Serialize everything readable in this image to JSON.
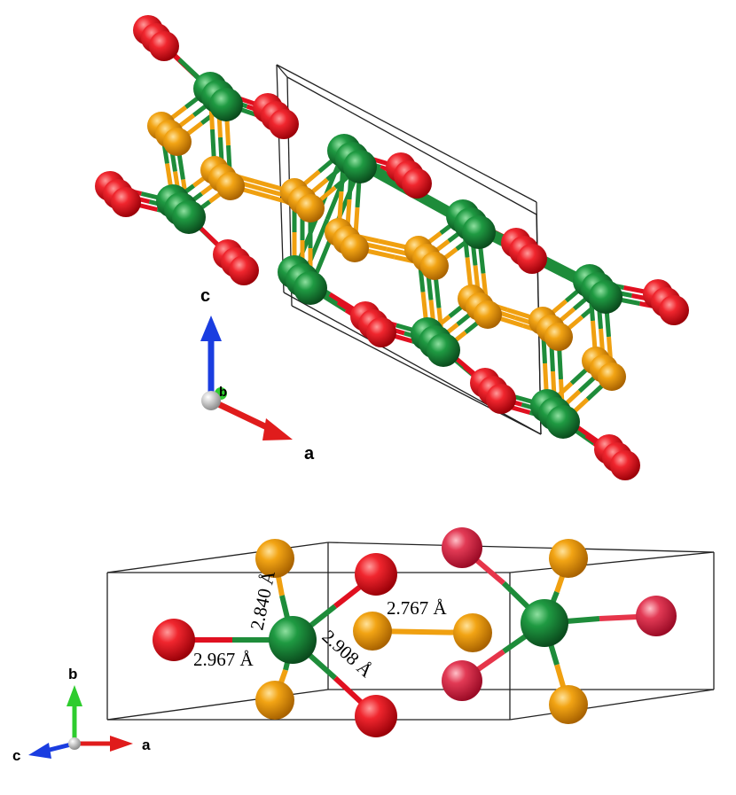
{
  "top_panel": {
    "axes": {
      "c": "c",
      "b": "b",
      "a": "a"
    }
  },
  "bottom_panel": {
    "axes": {
      "b": "b",
      "c": "c",
      "a": "a"
    },
    "bond_labels": {
      "ca_cl_vertical": "2.840 Å",
      "cl_cl": "2.767 Å",
      "ca_o_left": "2.967 Å",
      "ca_o_diag": "2.908 Å"
    }
  },
  "colors": {
    "green_atom": "#1e8c3a",
    "red_atom": "#e0101a",
    "orange_atom": "#f0a010",
    "axis_c": "#1a3de0",
    "axis_b": "#2ecc2e",
    "axis_a": "#e01c1c",
    "cell_edge": "#222222"
  }
}
